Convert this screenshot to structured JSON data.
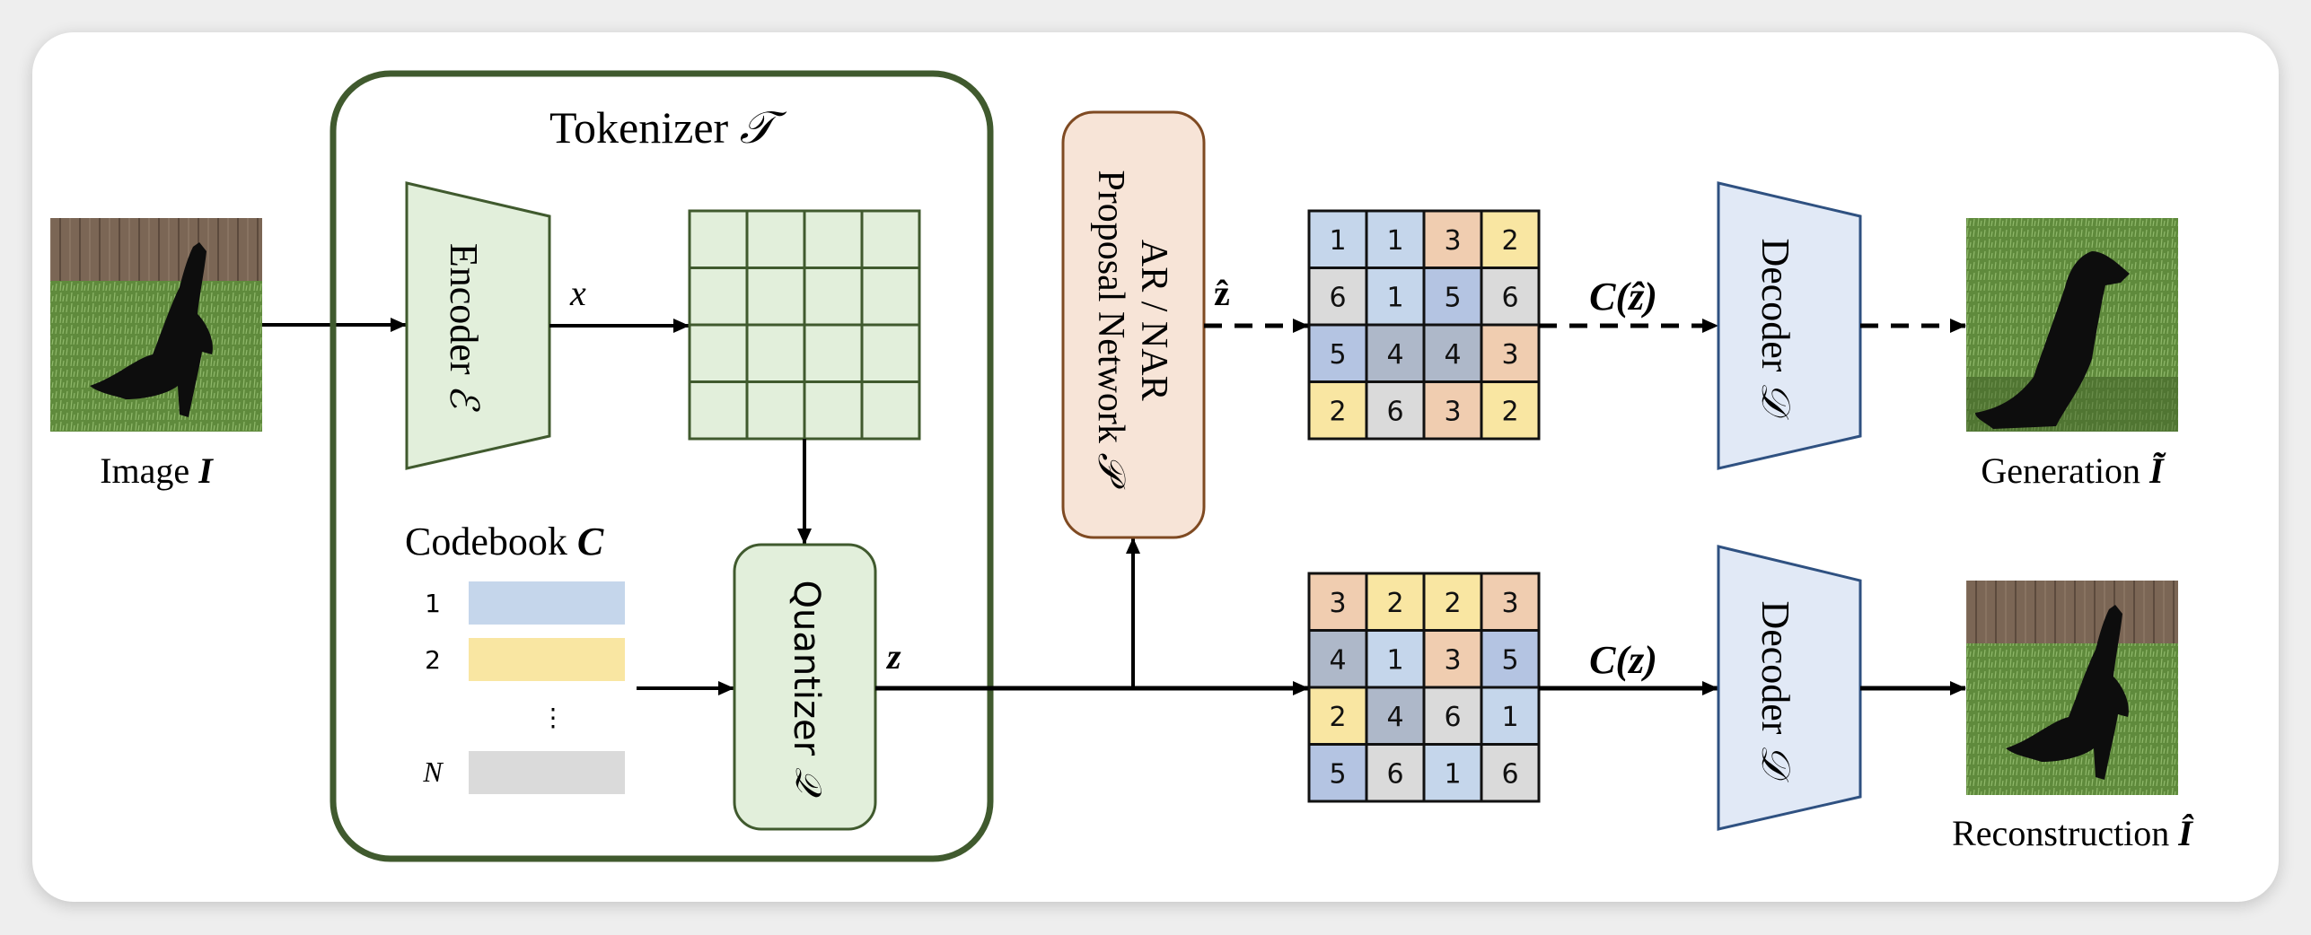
{
  "input": {
    "label": "Image",
    "symbol": "I"
  },
  "tokenizer": {
    "title": "Tokenizer",
    "symbol": "𝒯",
    "encoder": {
      "label": "Encoder",
      "symbol": "ℰ"
    },
    "encoder_output": "x",
    "quantizer": {
      "label": "Quantizer",
      "symbol": "𝒬"
    },
    "quantizer_output": "z",
    "codebook": {
      "label": "Codebook",
      "symbol": "C",
      "entries": [
        {
          "index": "1",
          "color": "#c5d6eb"
        },
        {
          "index": "2",
          "color": "#f9e6a2"
        },
        {
          "index": "⋮",
          "color": ""
        },
        {
          "index": "N",
          "color": "#dadada"
        }
      ]
    }
  },
  "proposal": {
    "line1": "AR / NAR",
    "line2": "Proposal Network",
    "symbol": "𝒫",
    "output": "ẑ"
  },
  "generated_tokens": [
    [
      "1",
      "1",
      "3",
      "2"
    ],
    [
      "6",
      "1",
      "5",
      "6"
    ],
    [
      "5",
      "4",
      "4",
      "3"
    ],
    [
      "2",
      "6",
      "3",
      "2"
    ]
  ],
  "reconstructed_tokens": [
    [
      "3",
      "2",
      "2",
      "3"
    ],
    [
      "4",
      "1",
      "3",
      "5"
    ],
    [
      "2",
      "4",
      "6",
      "1"
    ],
    [
      "5",
      "6",
      "1",
      "6"
    ]
  ],
  "token_colors": {
    "1": "#c5d6eb",
    "2": "#f9e6a2",
    "3": "#f0cdb0",
    "4": "#aeb8c9",
    "5": "#b4c4e2",
    "6": "#dadada"
  },
  "generation_path": {
    "code_label": "C(ẑ)",
    "decoder": {
      "label": "Decoder",
      "symbol": "𝒟"
    },
    "output": {
      "label": "Generation",
      "symbol": "Ĩ"
    }
  },
  "reconstruction_path": {
    "code_label": "C(z)",
    "decoder": {
      "label": "Decoder",
      "symbol": "𝒟"
    },
    "output": {
      "label": "Reconstruction",
      "symbol": "Î"
    }
  },
  "colors": {
    "tokenizer_border": "#405a2e",
    "tokenizer_fill": "#e2efdb",
    "proposal_fill": "#f7e4d7",
    "proposal_border": "#7f4a22",
    "decoder_fill": "#e1e9f6",
    "decoder_border": "#2f5181"
  }
}
